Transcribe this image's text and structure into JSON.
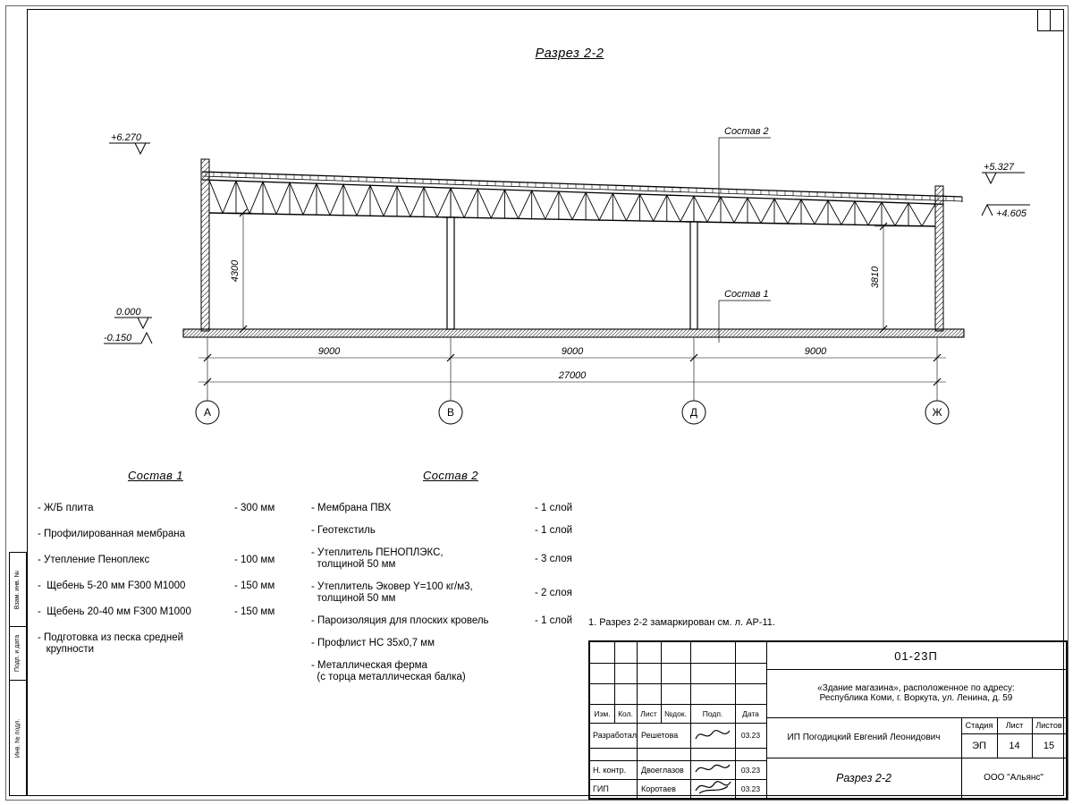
{
  "sheet": {
    "drawing_title": "Разрез 2-2",
    "note": "1. Разрез 2-2 замаркирован см. л. АР-11."
  },
  "section": {
    "elevations": {
      "top_left": "+6.270",
      "zero": "0.000",
      "below_zero": "-0.150",
      "right_top": "+5.327",
      "right_mid": "+4.605"
    },
    "labels": {
      "sostav1": "Состав 1",
      "sostav2": "Состав 2"
    },
    "dims": {
      "left_height": "4300",
      "right_height": "3810",
      "bays": [
        "9000",
        "9000",
        "9000"
      ],
      "total": "27000"
    },
    "axes": [
      "А",
      "В",
      "Д",
      "Ж"
    ]
  },
  "sostav1": {
    "title": "Состав 1",
    "items": [
      {
        "name": "- Ж/Б плита",
        "value": "- 300 мм"
      },
      {
        "name": "- Профилированная мембрана",
        "value": ""
      },
      {
        "name": "- Утепление Пеноплекс",
        "value": "- 100 мм"
      },
      {
        "name": "-  Щебень 5-20 мм F300 М1000",
        "value": "- 150 мм"
      },
      {
        "name": "-  Щебень 20-40 мм F300 М1000",
        "value": "- 150 мм"
      },
      {
        "name": "- Подготовка из песка средней\n   крупности",
        "value": ""
      }
    ]
  },
  "sostav2": {
    "title": "Состав 2",
    "items": [
      {
        "name": "- Мембрана ПВХ",
        "value": "- 1 слой"
      },
      {
        "name": "- Геотекстиль",
        "value": "- 1 слой"
      },
      {
        "name": "- Утеплитель ПЕНОПЛЭКС,\n  толщиной 50 мм",
        "value": "- 3 слоя"
      },
      {
        "name": "- Утеплитель Эковер Y=100 кг/м3,\n  толщиной 50 мм",
        "value": "- 2 слоя"
      },
      {
        "name": "- Пароизоляция для плоских кровель",
        "value": "- 1 слой"
      },
      {
        "name": "- Профлист НС 35х0,7 мм",
        "value": ""
      },
      {
        "name": "- Металлическая ферма\n  (с торца металлическая балка)",
        "value": ""
      }
    ]
  },
  "titleblock": {
    "doc_number": "01-23П",
    "object": "«Здание магазина», расположенное по адресу:\nРеспублика Коми, г. Воркута, ул. Ленина, д. 59",
    "header_cols": [
      "Изм.",
      "Кол.",
      "Лист",
      "№док.",
      "Подп.",
      "Дата"
    ],
    "rows": [
      {
        "role": "Разработал",
        "name": "Решетова",
        "date": "03.23"
      },
      {
        "role": "Н. контр.",
        "name": "Двоеглазов",
        "date": "03.23"
      },
      {
        "role": "ГИП",
        "name": "Коротаев",
        "date": "03.23"
      }
    ],
    "client": "ИП Погодицкий Евгений Леонидович",
    "stage_label": "Стадия",
    "sheet_label": "Лист",
    "sheets_label": "Листов",
    "stage": "ЭП",
    "sheet": "14",
    "sheets": "15",
    "view_title": "Разрез 2-2",
    "company": "ООО \"Альянс\""
  },
  "margin_stamps": [
    "Взам. инв. №",
    "Подп. и дата",
    "Инв. № подл."
  ]
}
